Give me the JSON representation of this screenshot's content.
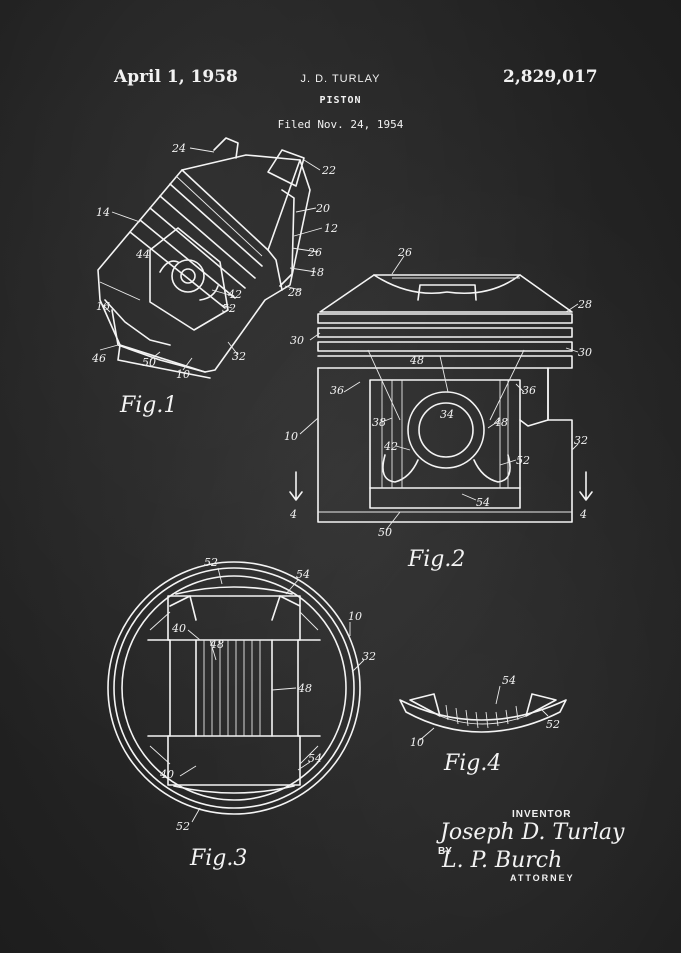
{
  "header": {
    "date": "April 1, 1958",
    "inventor_name": "J. D. TURLAY",
    "title": "PISTON",
    "filed": "Filed Nov. 24, 1954",
    "patent_number": "2,829,017"
  },
  "figures": {
    "fig1": "Fig.1",
    "fig2": "Fig.2",
    "fig3": "Fig.3",
    "fig4": "Fig.4"
  },
  "refs": {
    "r10": "10",
    "r12": "12",
    "r14": "14",
    "r16": "16",
    "r18": "18",
    "r20": "20",
    "r22": "22",
    "r24": "24",
    "r26": "26",
    "r28": "28",
    "r30": "30",
    "r32": "32",
    "r34": "34",
    "r36": "36",
    "r38": "38",
    "r40": "40",
    "r42": "42",
    "r44": "44",
    "r46": "46",
    "r48": "48",
    "r50": "50",
    "r52": "52",
    "r54": "54",
    "r4": "4"
  },
  "signature": {
    "inventor_label": "INVENTOR",
    "inventor_signature": "Joseph D. Turlay",
    "by_label": "BY",
    "attorney_signature": "L. P. Burch",
    "attorney_label": "ATTORNEY"
  },
  "colors": {
    "background": "#262626",
    "ink": "#f4f4f4"
  }
}
